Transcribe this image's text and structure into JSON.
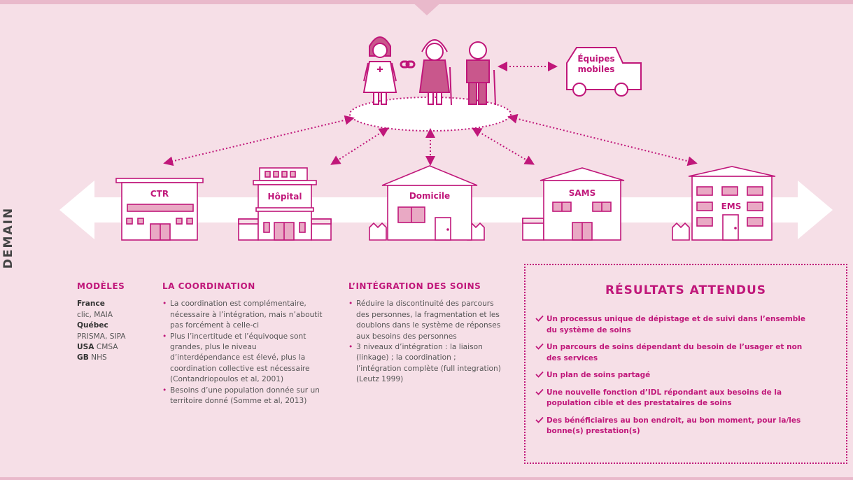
{
  "diagram": {
    "mobile_team_label_1": "Équipes",
    "mobile_team_label_2": "mobiles",
    "buildings": [
      "CTR",
      "Hôpital",
      "Domicile",
      "SAMS",
      "EMS"
    ]
  },
  "side_label": "DEMAIN",
  "models": {
    "title": "MODÈLES",
    "entries": [
      {
        "country": "France",
        "value": "clic, MAIA"
      },
      {
        "country": "Québec",
        "value": "PRISMA, SIPA"
      },
      {
        "country": "USA",
        "value": "CMSA"
      },
      {
        "country": "GB",
        "value": "NHS"
      }
    ]
  },
  "coordination": {
    "title": "LA COORDINATION",
    "items": [
      "La coordination est complémentaire, nécessaire à l’intégration, mais n’aboutit pas forcément à celle-ci",
      "Plus l’incertitude et l’équivoque sont grandes, plus le niveau d’interdépendance est élevé, plus la coordination collective est nécessaire (Contandriopoulos et al, 2001)",
      "Besoins d’une population donnée sur un territoire donné (Somme et al, 2013)"
    ]
  },
  "integration": {
    "title": "L’INTÉGRATION DES SOINS",
    "items": [
      "Réduire la discontinuité des parcours des personnes, la fragmentation et les doublons dans le système de réponses aux besoins des personnes",
      "3 niveaux d’intégration : la liaison (linkage) ; la coordination ; l’intégration complète (full integration) (Leutz 1999)"
    ]
  },
  "results": {
    "title": "RÉSULTATS ATTENDUS",
    "items": [
      "Un processus unique de dépistage et de suivi dans l’ensemble du système de soins",
      "Un parcours de soins dépendant du besoin de l’usager et non des services",
      "Un plan de soins partagé",
      "Une nouvelle fonction d’IDL répondant aux besoins de la population cible et des prestataires de soins",
      "Des bénéficiaires au bon endroit, au bon moment, pour la/les bonne(s) prestation(s)"
    ]
  },
  "colors": {
    "accent": "#c0177a",
    "background": "#f6dfe7",
    "figure_fill": "#c9578c"
  }
}
